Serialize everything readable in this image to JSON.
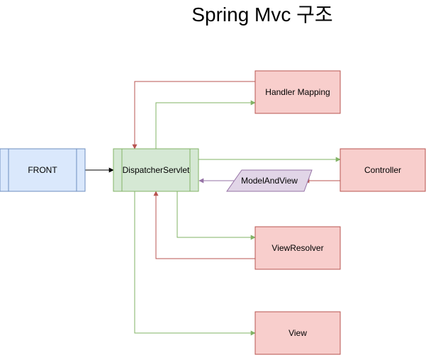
{
  "title": "Spring Mvc 구조",
  "colors": {
    "blue_fill": "#dae8fc",
    "blue_stroke": "#6c8ebf",
    "green_fill": "#d5e8d4",
    "green_stroke": "#82b366",
    "red_fill": "#f8cecc",
    "red_stroke": "#b85450",
    "purple_fill": "#e1d5e7",
    "purple_stroke": "#9673a6",
    "black": "#000000"
  },
  "nodes": {
    "front": "FRONT",
    "dispatcher": "DispatcherServlet",
    "handler_mapping": "Handler Mapping",
    "controller": "Controller",
    "model_and_view": "ModelAndView",
    "view_resolver": "ViewResolver",
    "view": "View"
  }
}
